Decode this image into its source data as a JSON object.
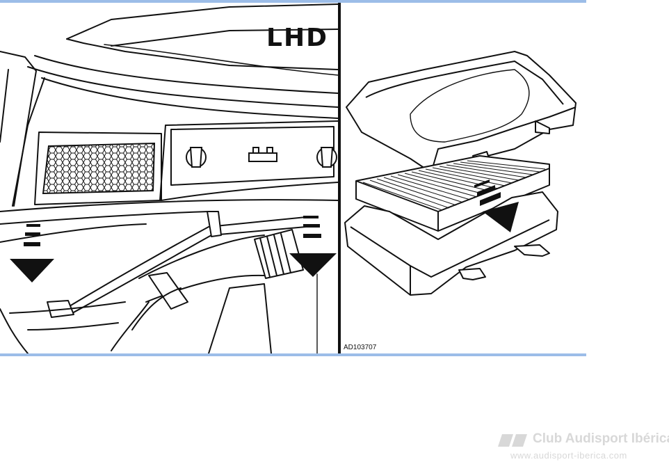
{
  "figure": {
    "left_panel_label": "LHD",
    "reference_code": "AD103707"
  },
  "watermark": {
    "title": "Club Audisport Ibérica",
    "url": "www.audisport-iberica.com",
    "color": "#d8d8d8"
  },
  "colors": {
    "rule": "#9cbde8",
    "ink": "#111111",
    "background": "#ffffff"
  }
}
